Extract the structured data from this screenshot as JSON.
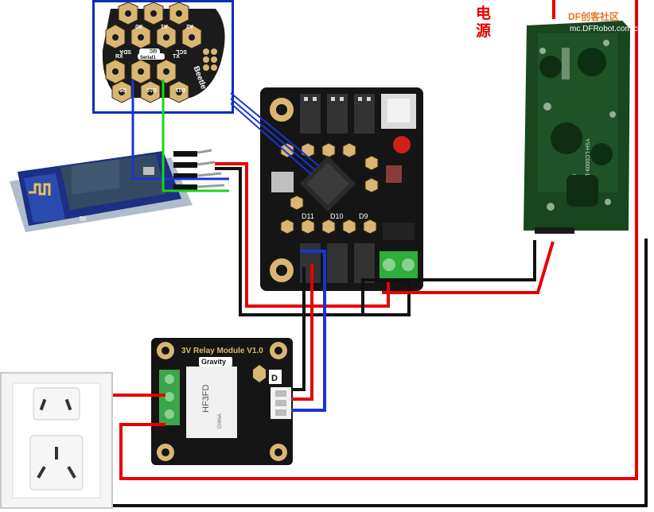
{
  "power_label": "电源",
  "watermark": {
    "site": "mc.DFRobot.com.cn",
    "brand": "DF创客社区"
  },
  "beetle": {
    "name": "Beetle",
    "pins": [
      "A0",
      "A1",
      "A2",
      "SDA",
      "SCL",
      "RX",
      "TX",
      "D9",
      "D10",
      "D11"
    ],
    "i2c": "I2C",
    "serial": "Serial1"
  },
  "relay": {
    "title": "3V Relay Module V1.0",
    "gravity": "Gravity",
    "model": "HF3FD",
    "origin": "CHINA"
  },
  "shield": {
    "pins": [
      "D11",
      "D10",
      "D9"
    ]
  },
  "colors": {
    "red": "#e60000",
    "black": "#111111",
    "blue": "#1a33d6",
    "green": "#19d61a",
    "box": "#0a2fb5"
  },
  "icons": [
    "bluetooth-module-icon",
    "power-supply-icon",
    "wall-socket-icon",
    "relay-module-icon",
    "beetle-board-icon",
    "io-shield-icon"
  ]
}
